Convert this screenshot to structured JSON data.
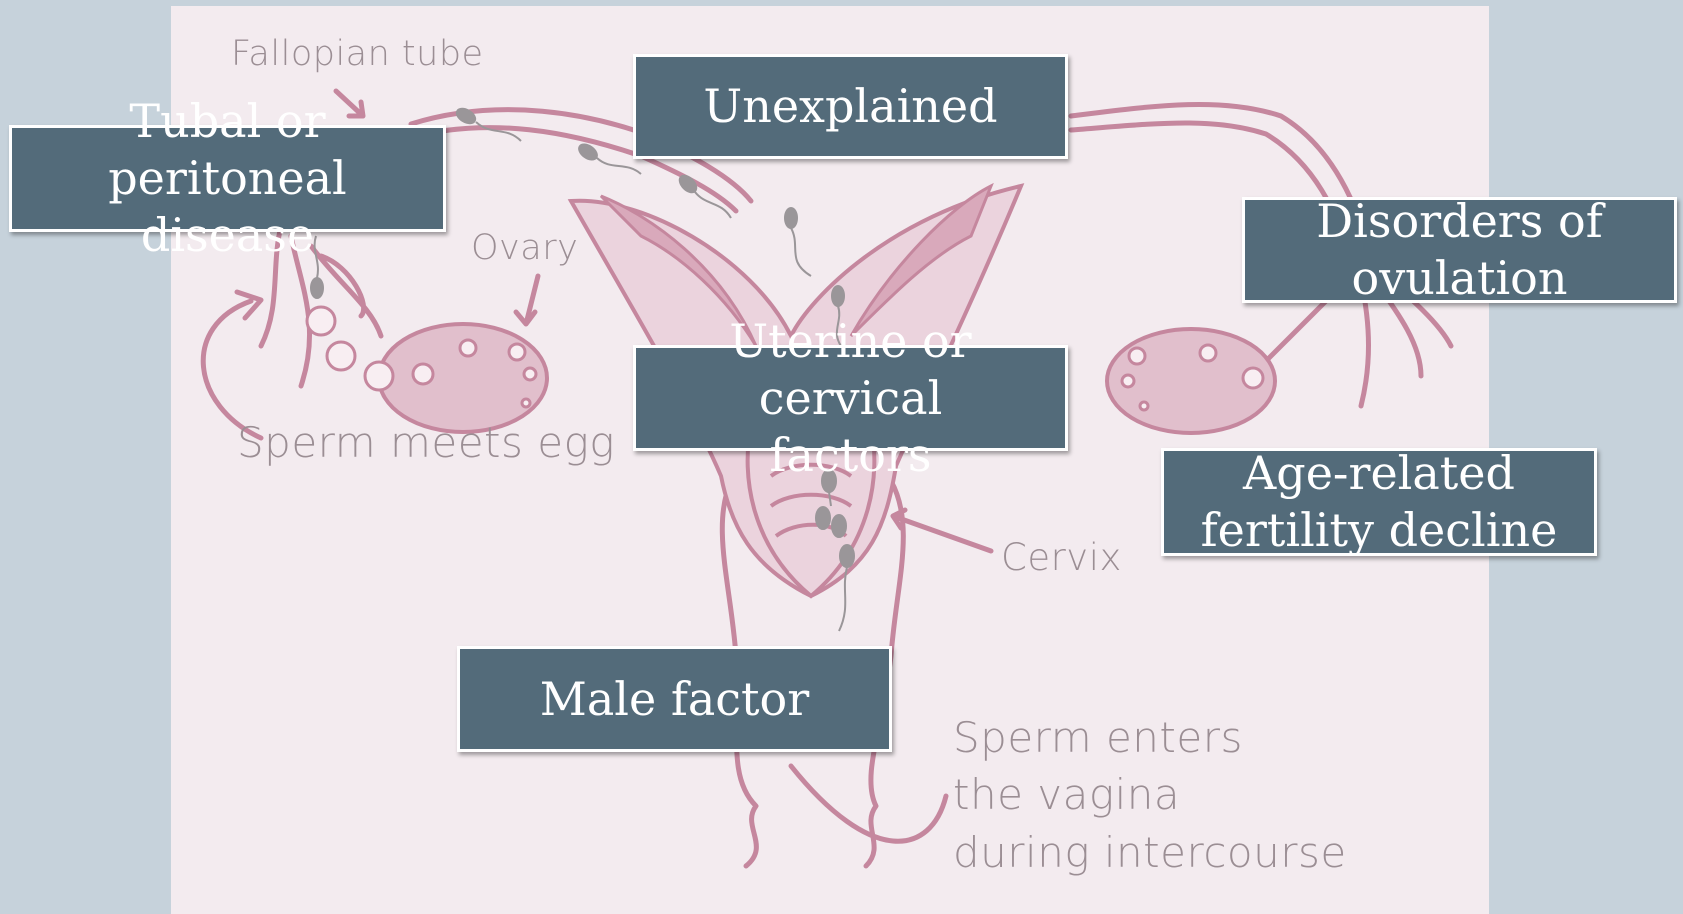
{
  "anatomy_labels": {
    "fallopian_tube": "Fallopian tube",
    "ovary": "Ovary",
    "sperm_meets_egg": "Sperm meets egg",
    "cervix": "Cervix",
    "sperm_enters_line1": "Sperm enters",
    "sperm_enters_line2": "the vagina",
    "sperm_enters_line3": "during intercourse"
  },
  "callouts": {
    "unexplained": "Unexplained",
    "tubal_line1": "Tubal or",
    "tubal_line2": "peritoneal disease",
    "ovulation_line1": "Disorders of",
    "ovulation_line2": "ovulation",
    "uterine_line1": "Uterine or cervical",
    "uterine_line2": "factors",
    "age_line1": "Age-related",
    "age_line2": "fertility decline",
    "male_factor": "Male factor"
  },
  "colors": {
    "page_background": "#c6d2db",
    "diagram_background": "#f3ebef",
    "anatomy_outline": "#c5879e",
    "anatomy_fill": "#e8cfd9",
    "callout_fill": "#536b7a",
    "callout_text": "#ffffff",
    "label_text": "#9b8e94"
  }
}
